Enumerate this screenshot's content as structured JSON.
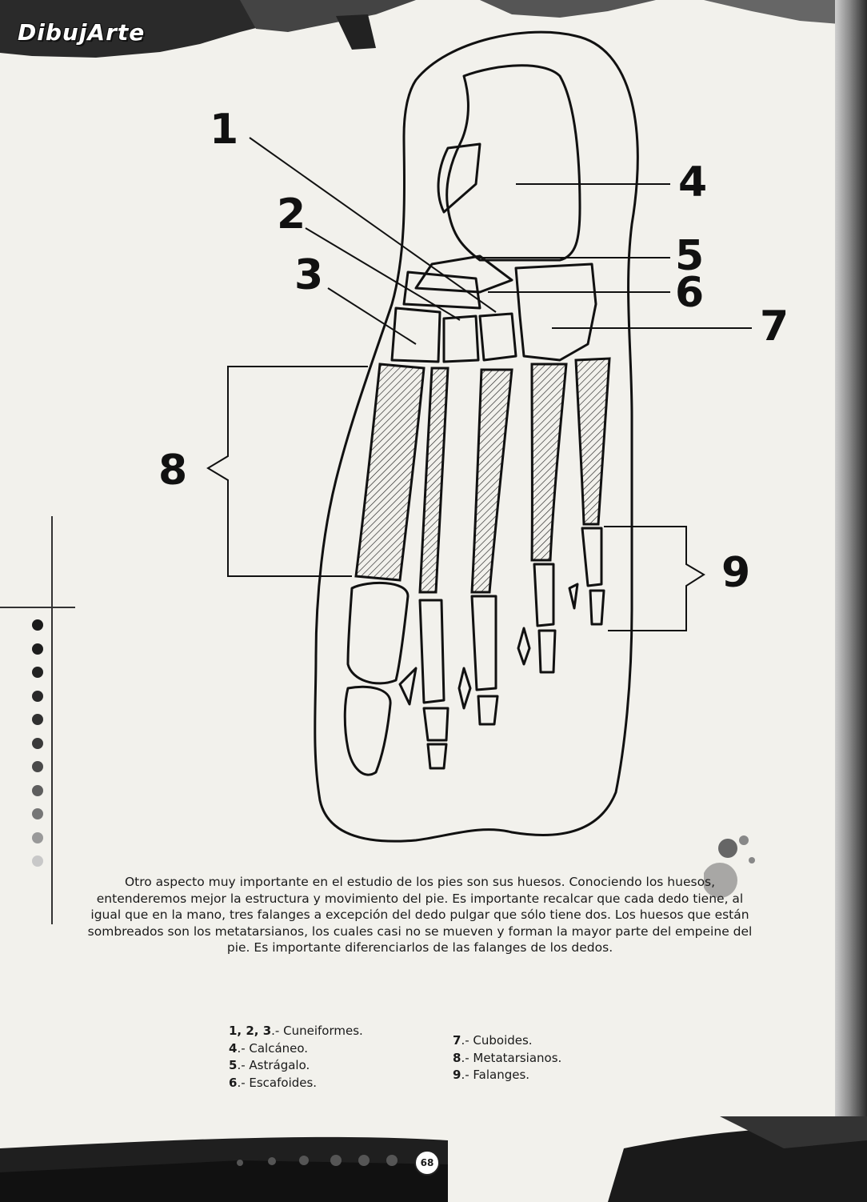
{
  "header": {
    "logo_text": "DibujArte"
  },
  "diagram": {
    "labels": [
      {
        "id": "1",
        "text": "1"
      },
      {
        "id": "2",
        "text": "2"
      },
      {
        "id": "3",
        "text": "3"
      },
      {
        "id": "4",
        "text": "4"
      },
      {
        "id": "5",
        "text": "5"
      },
      {
        "id": "6",
        "text": "6"
      },
      {
        "id": "7",
        "text": "7"
      },
      {
        "id": "8",
        "text": "8"
      },
      {
        "id": "9",
        "text": "9"
      }
    ]
  },
  "description": "Otro aspecto muy importante en el estudio de los pies son sus huesos. Conociendo los huesos, entenderemos mejor la estructura y movimiento del pie. Es importante recalcar que cada dedo tiene, al igual que en la mano, tres falanges a excepción del dedo pulgar que sólo tiene dos. Los huesos que están sombreados son los metatarsianos, los cuales casi no se mueven y forman la mayor parte del empeine del pie. Es importante diferenciarlos de las falanges de los dedos.",
  "legend": {
    "left": [
      {
        "num": "1, 2, 3",
        "text": ".- Cuneiformes."
      },
      {
        "num": "4",
        "text": ".- Calcáneo."
      },
      {
        "num": "5",
        "text": ".- Astrágalo."
      },
      {
        "num": "6",
        "text": ".- Escafoides."
      }
    ],
    "right": [
      {
        "num": "7",
        "text": ".- Cuboides."
      },
      {
        "num": "8",
        "text": ".- Metatarsianos."
      },
      {
        "num": "9",
        "text": ".- Falanges."
      }
    ]
  },
  "footer": {
    "page_number": "68"
  },
  "colors": {
    "ink": "#111111",
    "paper": "#f2f1ec",
    "dot_dark": "#1a1a1a",
    "dot_light": "#c8c8c8"
  }
}
